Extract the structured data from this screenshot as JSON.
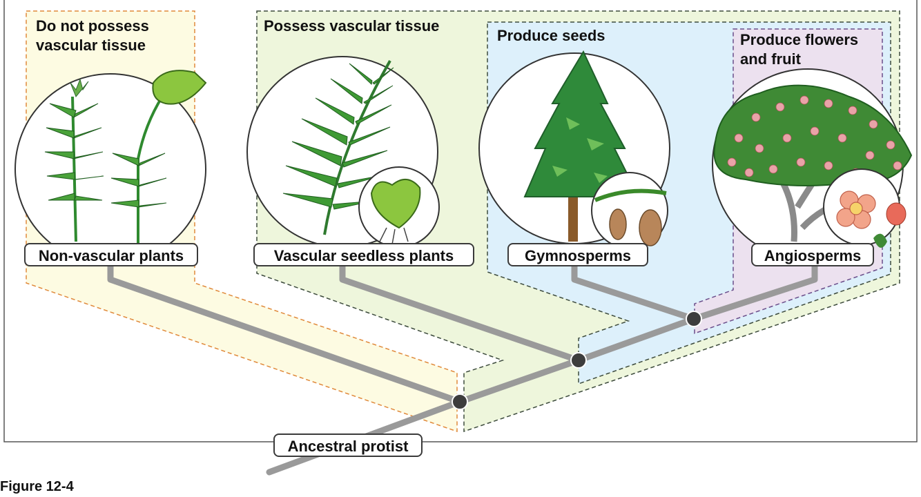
{
  "regions": {
    "non_vascular": "Do not possess\nvascular tissue",
    "vascular": "Possess vascular tissue",
    "seeds": "Produce seeds",
    "flowers": "Produce flowers\nand fruit"
  },
  "groups": {
    "non_vascular": "Non-vascular plants",
    "seedless": "Vascular seedless plants",
    "gymnosperms": "Gymnosperms",
    "angiosperms": "Angiosperms"
  },
  "root": "Ancestral protist",
  "caption": "Figure 12-4",
  "colors": {
    "yellow_region": "#fdfbe2",
    "green_region": "#eef6dc",
    "blue_region": "#ddf0fb",
    "purple_region": "#ece1ef",
    "orange_dash": "#e0893a",
    "dark_dash": "#3c4a3c",
    "branch": "#9a9a9a",
    "node": "#3d3d3d",
    "plant_green": "#2f8a2f",
    "light_green": "#8cc63f",
    "blossom": "#e9a3a8"
  }
}
